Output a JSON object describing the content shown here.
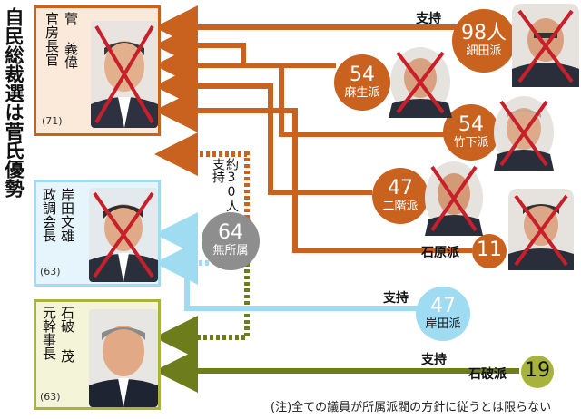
{
  "title": "自民総裁選は菅氏優勢",
  "candidates": [
    {
      "name": "菅 義偉",
      "post": "官房長官",
      "age": "(71)"
    },
    {
      "name": "岸田文雄",
      "post": "政調会長",
      "age": "(63)"
    },
    {
      "name": "石破 茂",
      "post": "元幹事長",
      "age": "(63)"
    }
  ],
  "factions": [
    {
      "num": "98人",
      "name": "細田派"
    },
    {
      "num": "54",
      "name": "麻生派"
    },
    {
      "num": "54",
      "name": "竹下派"
    },
    {
      "num": "47",
      "name": "二階派"
    },
    {
      "num": "11",
      "name": "石原派"
    },
    {
      "num": "47",
      "name": "岸田派"
    },
    {
      "num": "19",
      "name": "石破派"
    }
  ],
  "independents": {
    "num": "64",
    "name": "無所属"
  },
  "support_label": "支持",
  "independent_support": "約30人支持",
  "note": "(注)全ての議員が所属派閥の方針に従うとは限らない",
  "colors": {
    "orange": "#c9611f",
    "blue": "#9fdcf2",
    "olive": "#6e7d1c",
    "gray": "#8e8e8e",
    "cross": "#c8202a"
  }
}
